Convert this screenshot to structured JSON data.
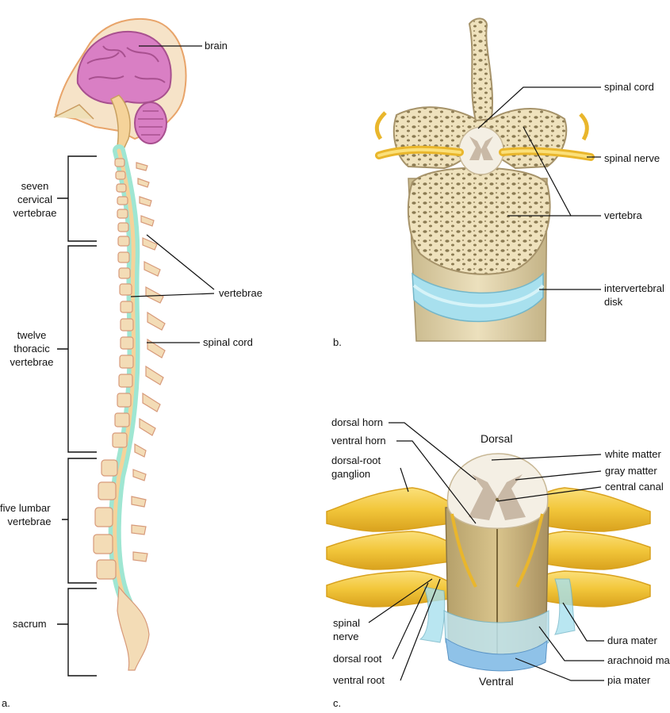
{
  "panel_a": {
    "letter": "a.",
    "labels": {
      "brain": "brain",
      "cervical_1": "seven",
      "cervical_2": "cervical",
      "cervical_3": "vertebrae",
      "vertebrae": "vertebrae",
      "spinal_cord": "spinal cord",
      "thoracic_1": "twelve",
      "thoracic_2": "thoracic",
      "thoracic_3": "vertebrae",
      "lumbar_1": "five lumbar",
      "lumbar_2": "vertebrae",
      "sacrum": "sacrum"
    }
  },
  "panel_b": {
    "letter": "b.",
    "labels": {
      "spinal_cord": "spinal cord",
      "spinal_nerve": "spinal nerve",
      "vertebra": "vertebra",
      "disk_1": "intervertebral",
      "disk_2": "disk"
    }
  },
  "panel_c": {
    "letter": "c.",
    "labels": {
      "dorsal": "Dorsal",
      "ventral": "Ventral",
      "dorsal_horn": "dorsal horn",
      "ventral_horn": "ventral horn",
      "drg_1": "dorsal-root",
      "drg_2": "ganglion",
      "white_matter": "white matter",
      "gray_matter": "gray matter",
      "central_canal": "central canal",
      "spinal_nerve_1": "spinal",
      "spinal_nerve_2": "nerve",
      "dorsal_root": "dorsal root",
      "ventral_root": "ventral root",
      "dura_mater": "dura mater",
      "arachnoid_mater": "arachnoid mater",
      "pia_mater": "pia mater"
    }
  },
  "colors": {
    "brain": "#d97fc4",
    "cord": "#9fe6d2",
    "bone": "#efe0b8",
    "bone_dark": "#b9a778",
    "nerve": "#f2c63a",
    "disk": "#a8e0ee",
    "white_matter": "#f4efe4",
    "gray_matter": "#c9b9a6"
  }
}
